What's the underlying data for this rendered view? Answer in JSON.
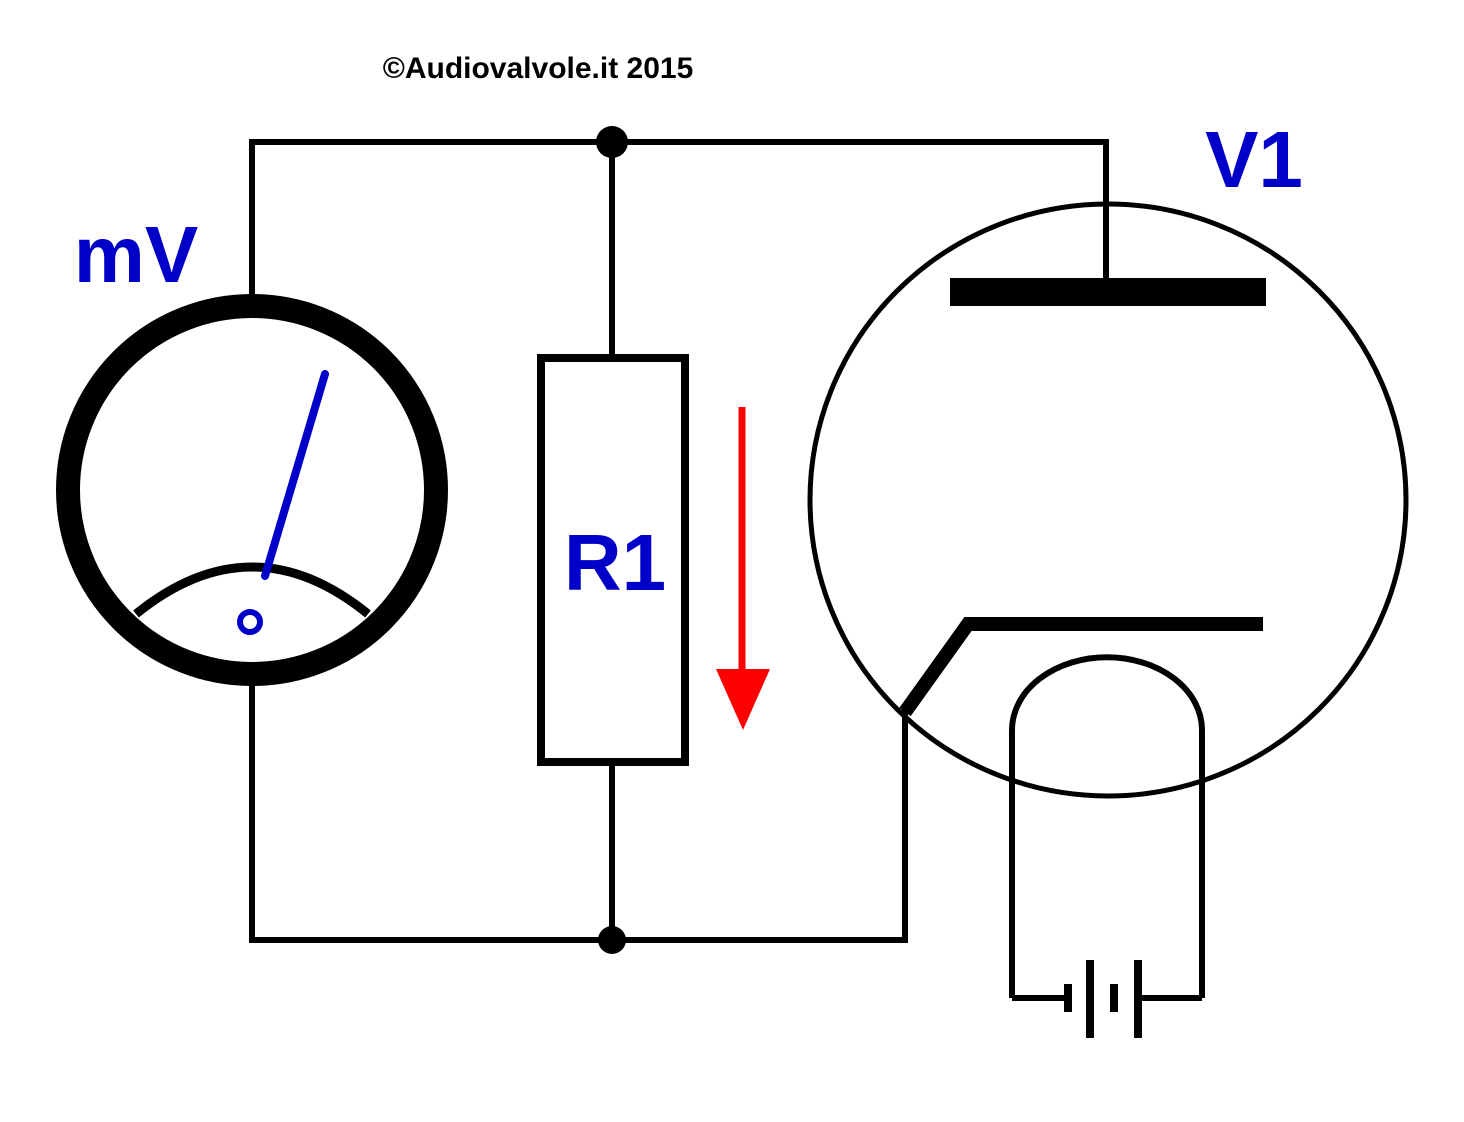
{
  "copyright": "©Audiovalvole.it 2015",
  "labels": {
    "meter": "mV",
    "resistor": "R1",
    "tube": "V1"
  },
  "colors": {
    "wire": "#000000",
    "label": "#0000c8",
    "needle": "#0000c8",
    "current_arrow": "#ff0000",
    "background": "#ffffff"
  }
}
